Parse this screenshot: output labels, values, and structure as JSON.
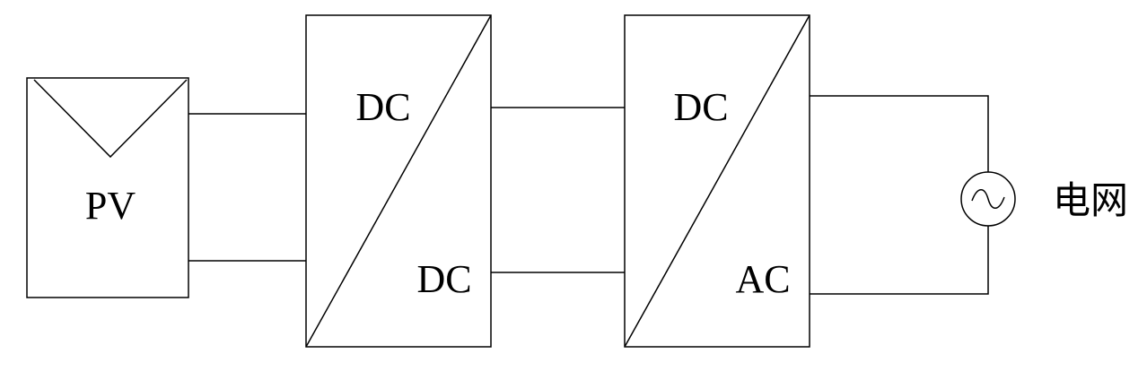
{
  "blocks": {
    "pv": {
      "label": "PV"
    },
    "dcdc": {
      "input_label": "DC",
      "output_label": "DC"
    },
    "dcac": {
      "input_label": "DC",
      "output_label": "AC"
    }
  },
  "grid": {
    "label": "电网",
    "symbol": "ac-source-icon"
  }
}
